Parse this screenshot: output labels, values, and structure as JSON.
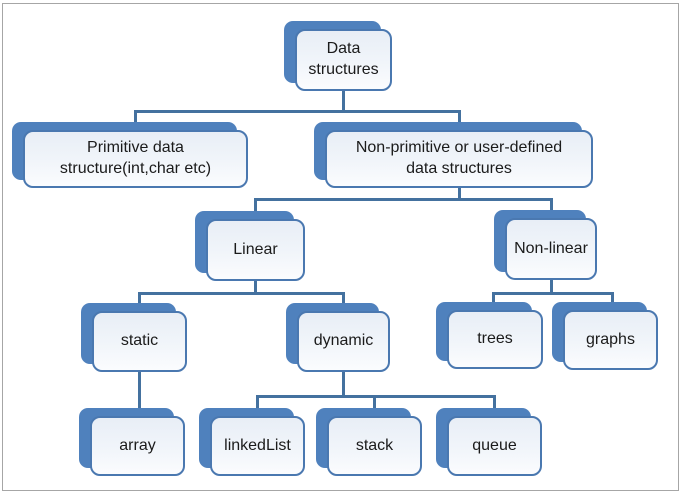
{
  "diagram": {
    "type": "tree",
    "title": "Data structures",
    "nodes": [
      {
        "id": "data-structures",
        "label": "Data\nstructures",
        "parent": null
      },
      {
        "id": "primitive",
        "label": "Primitive data\nstructure(int,char etc)",
        "parent": "data-structures"
      },
      {
        "id": "non-primitive",
        "label": "Non-primitive or user-defined\ndata structures",
        "parent": "data-structures"
      },
      {
        "id": "linear",
        "label": "Linear",
        "parent": "non-primitive"
      },
      {
        "id": "non-linear",
        "label": "Non-linear",
        "parent": "non-primitive"
      },
      {
        "id": "static",
        "label": "static",
        "parent": "linear"
      },
      {
        "id": "dynamic",
        "label": "dynamic",
        "parent": "linear"
      },
      {
        "id": "trees",
        "label": "trees",
        "parent": "non-linear"
      },
      {
        "id": "graphs",
        "label": "graphs",
        "parent": "non-linear"
      },
      {
        "id": "array",
        "label": "array",
        "parent": "static"
      },
      {
        "id": "linkedList",
        "label": "linkedList",
        "parent": "dynamic"
      },
      {
        "id": "stack",
        "label": "stack",
        "parent": "dynamic"
      },
      {
        "id": "queue",
        "label": "queue",
        "parent": "dynamic"
      }
    ],
    "colors": {
      "node_shadow": "#4f81bd",
      "node_border": "#4a78b0",
      "node_fill_top": "#e8eef6",
      "node_fill_bottom": "#fbfcfe",
      "connector": "#44719f",
      "frame_border": "#a6a6a6",
      "text": "#1b1b1b",
      "background": "#ffffff"
    }
  }
}
